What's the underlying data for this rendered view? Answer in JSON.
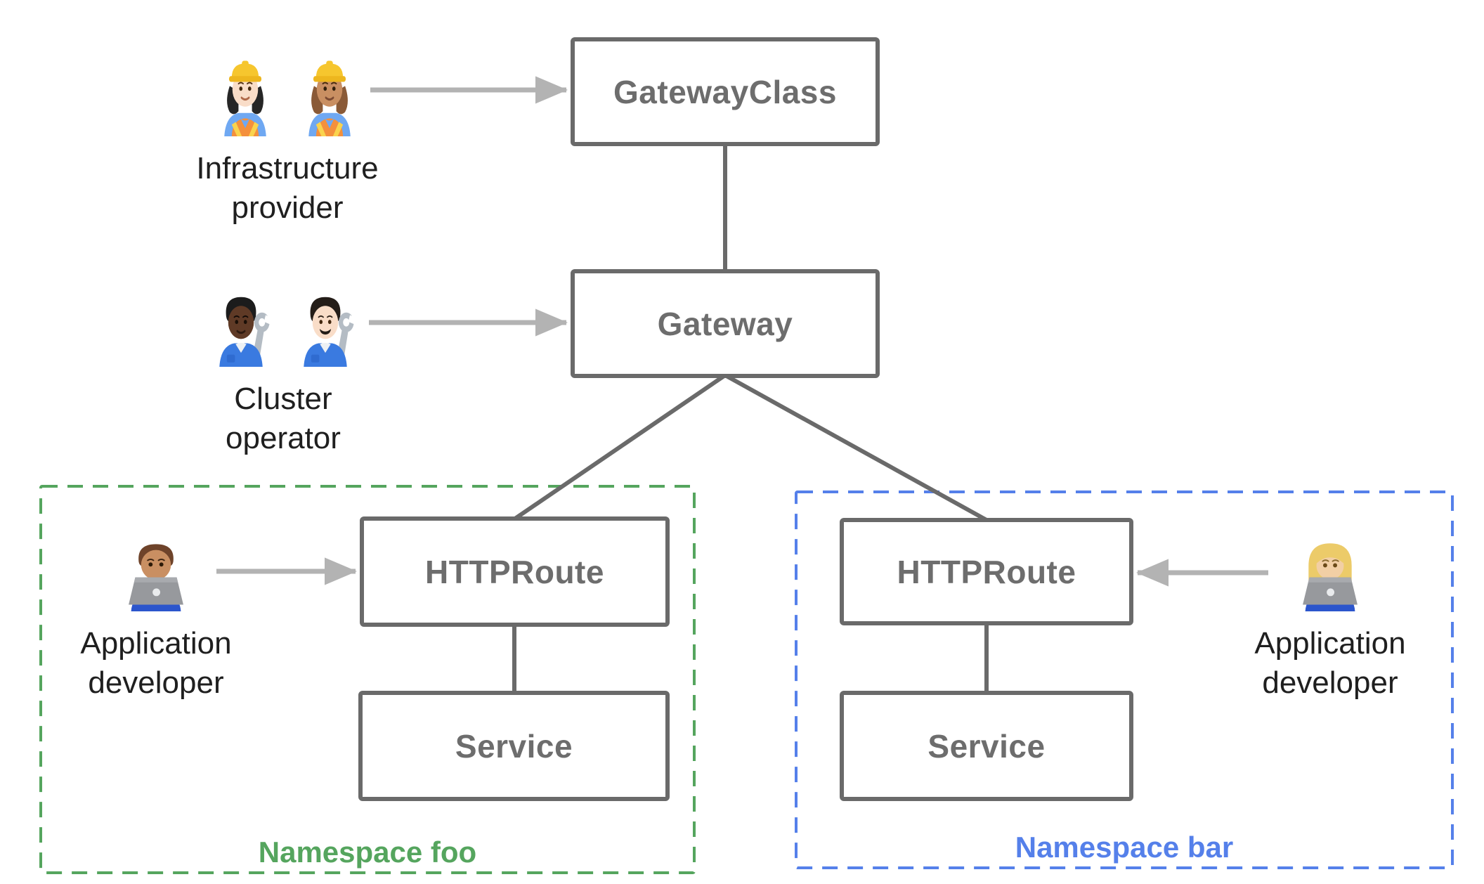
{
  "boxes": {
    "gateway_class": {
      "label": "GatewayClass"
    },
    "gateway": {
      "label": "Gateway"
    },
    "httproute_foo": {
      "label": "HTTPRoute"
    },
    "service_foo": {
      "label": "Service"
    },
    "httproute_bar": {
      "label": "HTTPRoute"
    },
    "service_bar": {
      "label": "Service"
    }
  },
  "namespaces": {
    "foo": {
      "label": "Namespace foo",
      "color": "#55a55e"
    },
    "bar": {
      "label": "Namespace bar",
      "color": "#5580ea"
    }
  },
  "personas": {
    "infrastructure_provider": {
      "lines": [
        "Infrastructure",
        "provider"
      ],
      "icons": [
        "woman-construction-worker-light-skin",
        "woman-construction-worker-medium-skin"
      ]
    },
    "cluster_operator": {
      "lines": [
        "Cluster",
        "operator"
      ],
      "icons": [
        "mechanic-dark-skin",
        "man-mechanic-light-skin"
      ]
    },
    "application_developer_foo": {
      "lines": [
        "Application",
        "developer"
      ],
      "icons": [
        "man-technologist-medium-skin"
      ]
    },
    "application_developer_bar": {
      "lines": [
        "Application",
        "developer"
      ],
      "icons": [
        "woman-technologist-blonde"
      ]
    }
  },
  "colors": {
    "box_border": "#6a6a6a",
    "box_text": "#6d6d6d",
    "connector": "#6a6a6a",
    "arrow": "#b3b3b3",
    "namespace_foo_green": "#55a55e",
    "namespace_bar_blue": "#5580ea",
    "persona_text": "#1f1f1f",
    "background": "#ffffff"
  }
}
